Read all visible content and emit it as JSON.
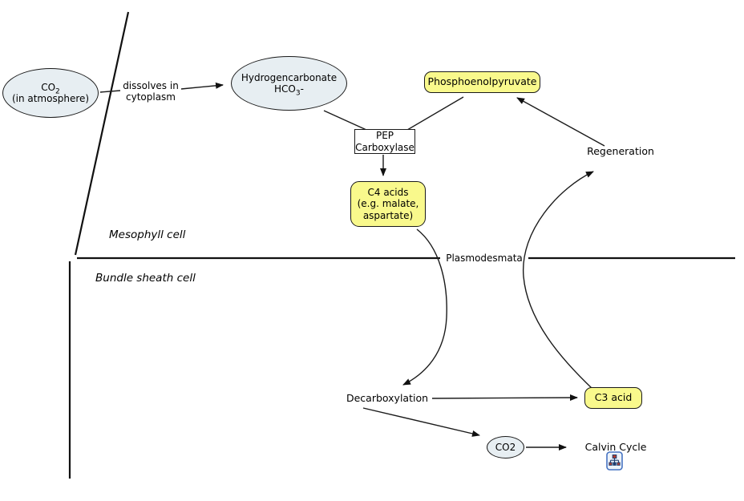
{
  "colors": {
    "node_fill_blue": "#e7eef2",
    "node_fill_yellow": "#f9f98c",
    "node_border": "#1a1a1a",
    "connector": "#1a1a1a",
    "icon_border": "#4673c2",
    "bg": "#ffffff"
  },
  "nodes": {
    "co2_atmosphere": {
      "formula_prefix": "CO",
      "formula_sub": "2",
      "line2": "(in atmosphere)"
    },
    "hydrogencarbonate": {
      "line1": "Hydrogencarbonate",
      "formula_prefix": "HCO",
      "formula_sub": "3",
      "formula_suffix": "-"
    },
    "pep_carboxylase": {
      "line1": "PEP",
      "line2": "Carboxylase"
    },
    "phosphoenolpyruvate": {
      "label": "Phosphoenolpyruvate"
    },
    "c4_acids": {
      "line1": "C4 acids",
      "line2": "(e.g. malate,",
      "line3": "aspartate)"
    },
    "c3_acid": {
      "label": "C3 acid"
    },
    "co2_bundle_sheath": {
      "label": "CO2"
    },
    "calvin_cycle": {
      "label": "Calvin Cycle"
    }
  },
  "linking_phrases": {
    "dissolves": {
      "line1": "dissolves in",
      "line2": "cytoplasm"
    },
    "regeneration": {
      "label": "Regeneration"
    },
    "decarboxylation": {
      "label": "Decarboxylation"
    },
    "plasmodesmata": {
      "label": "Plasmodesmata"
    }
  },
  "regions": {
    "mesophyll": {
      "label": "Mesophyll cell"
    },
    "bundle_sheath": {
      "label": "Bundle sheath cell"
    }
  },
  "icons": {
    "resource_icon": "concept-map-resource-icon"
  }
}
